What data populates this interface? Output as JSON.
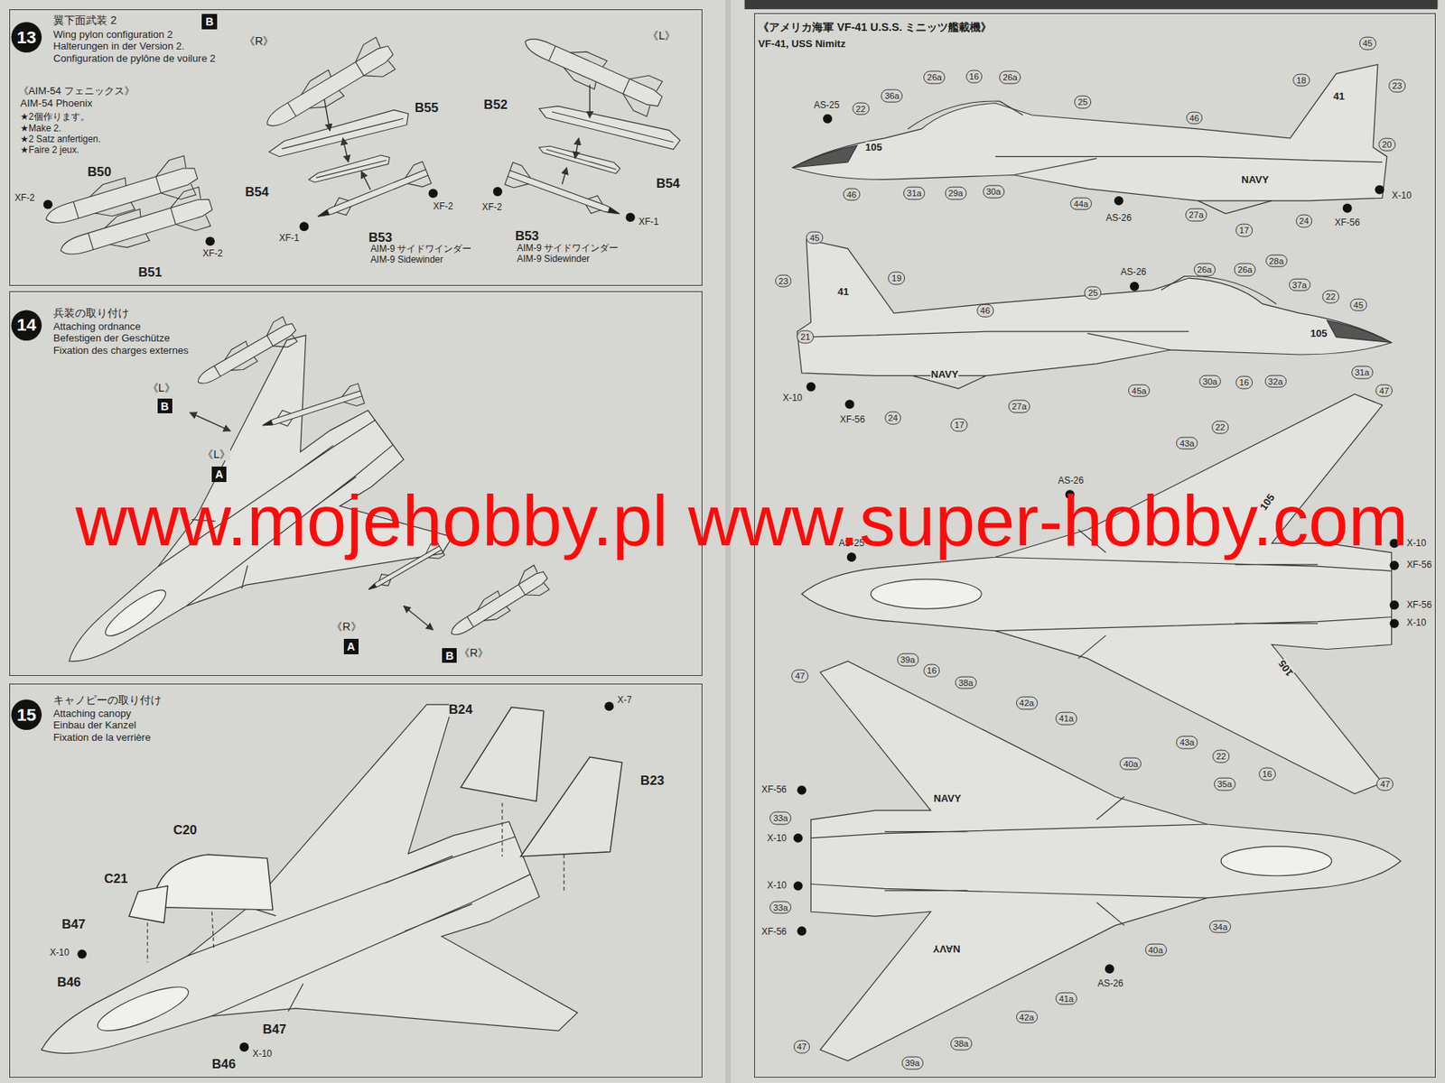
{
  "diagram": {
    "nodes": [
      {
        "text": [
          "翼下面武装 2",
          "Wing pylon configuration 2",
          "Halterungen in der Version 2.",
          "Configuration de pylône de voilure 2"
        ]
      },
      {
        "text": [
          "13"
        ],
        "in": 0
      },
      {
        "text": [
          "B"
        ],
        "in": 0
      },
      {
        "text": [
          "兵装の取り付け",
          "Attaching ordnance",
          "Befestigen der Geschütze",
          "Fixation des charges externes"
        ]
      },
      {
        "text": [
          "14"
        ],
        "in": 3
      },
      {
        "text": [
          "B"
        ],
        "in": 3
      },
      {
        "text": [
          "A"
        ],
        "in": 3
      },
      {
        "text": [
          "A"
        ],
        "in": 3
      },
      {
        "text": [
          "B"
        ],
        "in": 3
      },
      {
        "text": [
          "キャノピーの取り付け",
          "Attaching canopy",
          "Einbau der Kanzel",
          "Fixation de la verrière"
        ]
      },
      {
        "text": [
          "15"
        ],
        "in": 9
      },
      {
        "text": [
          "《アメリカ海軍 VF-41 U.S.S. ミニッツ艦載機》",
          "VF-41, USS Nimitz"
        ]
      }
    ],
    "labels": [
      "《R》",
      "《L》",
      "《AIM-54 フェニックス》",
      "AIM-54 Phoenix",
      "★2個作ります。",
      "★Make 2.",
      "★2 Satz anfertigen.",
      "★Faire 2 jeux.",
      "B50",
      "XF-2",
      "XF-2",
      "B51",
      "B55",
      "B54",
      "XF-2",
      "XF-1",
      "B53",
      "AIM-9 サイドワインダー",
      "AIM-9 Sidewinder",
      "B52",
      "B54",
      "XF-2",
      "XF-1",
      "B53",
      "AIM-9 サイドワインダー",
      "AIM-9 Sidewinder",
      "《L》",
      "《L》",
      "《R》",
      "《R》",
      "B24",
      "X-7",
      "B23",
      "C20",
      "C21",
      "B47",
      "X-10",
      "B46",
      "B47",
      "X-10",
      "B46",
      "AS-25",
      "22",
      "36a",
      "26a",
      "16",
      "26a",
      "25",
      "45",
      "18",
      "23",
      "46",
      "20",
      "X-10",
      "XF-56",
      "24",
      "17",
      "27a",
      "44a",
      "AS-26",
      "30a",
      "29a",
      "31a",
      "46",
      "105",
      "41",
      "NAVY",
      "45",
      "23",
      "19",
      "AS-26",
      "26a",
      "26a",
      "28a",
      "37a",
      "22",
      "45",
      "25",
      "46",
      "21",
      "X-10",
      "XF-56",
      "24",
      "17",
      "27a",
      "45a",
      "30a",
      "16",
      "32a",
      "31a",
      "NAVY",
      "105",
      "41",
      "47",
      "43a",
      "22",
      "AS-26",
      "AS-25",
      "X-10",
      "XF-56",
      "XF-56",
      "X-10",
      "43a",
      "22",
      "16",
      "47",
      "105",
      "105",
      "47",
      "39a",
      "16",
      "38a",
      "42a",
      "41a",
      "40a",
      "35a",
      "XF-56",
      "33a",
      "X-10",
      "X-10",
      "33a",
      "XF-56",
      "34a",
      "40a",
      "AS-26",
      "41a",
      "42a",
      "47",
      "38a",
      "39a",
      "NAVY",
      "NAVY",
      "www.mojehobby.pl www.super-hobby.com"
    ]
  }
}
